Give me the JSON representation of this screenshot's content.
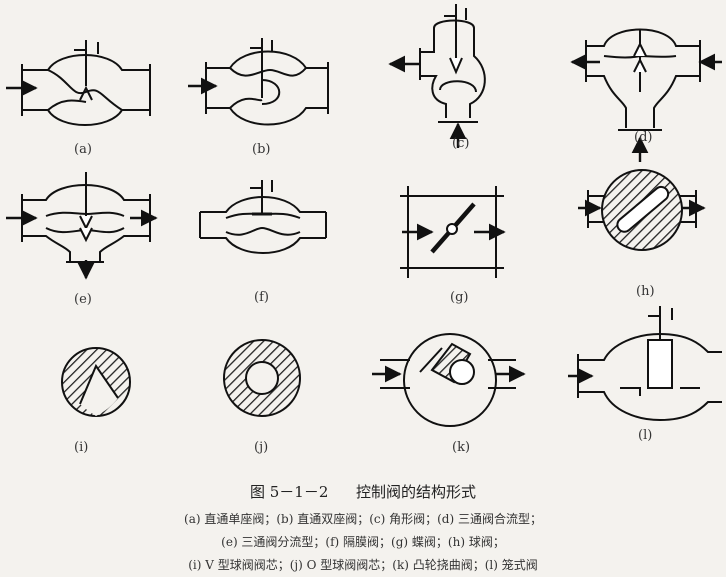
{
  "figure": {
    "number": "图 5－1－2",
    "title": "控制阀的结构形式",
    "legend_lines": [
      "(a) 直通单座阀；(b) 直通双座阀；(c) 角形阀；(d) 三通阀合流型；",
      "(e) 三通阀分流型；(f) 隔膜阀；(g) 蝶阀；(h) 球阀；",
      "(i) V 型球阀阀芯；(j) O 型球阀阀芯；(k) 凸轮挠曲阀；(l) 笼式阀"
    ]
  },
  "panels": [
    {
      "id": "a",
      "label": "(a)"
    },
    {
      "id": "b",
      "label": "(b)"
    },
    {
      "id": "c",
      "label": "(c)"
    },
    {
      "id": "d",
      "label": "(d)"
    },
    {
      "id": "e",
      "label": "(e)"
    },
    {
      "id": "f",
      "label": "(f)"
    },
    {
      "id": "g",
      "label": "(g)"
    },
    {
      "id": "h",
      "label": "(h)"
    },
    {
      "id": "i",
      "label": "(i)"
    },
    {
      "id": "j",
      "label": "(j)"
    },
    {
      "id": "k",
      "label": "(k)"
    },
    {
      "id": "l",
      "label": "(l)"
    }
  ]
}
